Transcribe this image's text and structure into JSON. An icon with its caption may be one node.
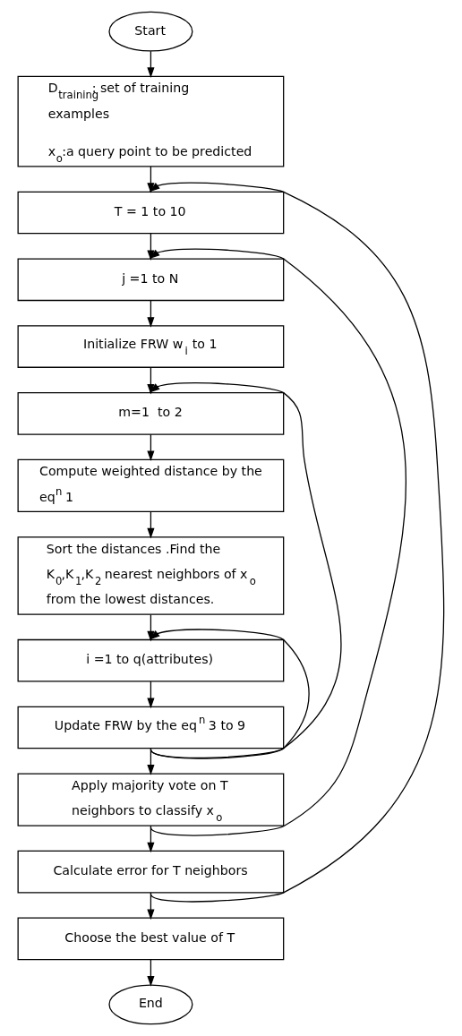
{
  "diagram": {
    "nodes": [
      {
        "text": [
          "Start"
        ]
      },
      {
        "text": [
          "D$_{training}$: set of training examples",
          "x$_{o}$:a query point to be predicted"
        ]
      },
      {
        "text": [
          "T = 1 to 10"
        ]
      },
      {
        "text": [
          "j =1 to N"
        ]
      },
      {
        "text": [
          "Initialize FRW w$_{i}$ to 1"
        ]
      },
      {
        "text": [
          "m=1  to 2"
        ]
      },
      {
        "text": [
          "Compute weighted distance by the eq$^{n}$ 1"
        ]
      },
      {
        "text": [
          "Sort the distances .Find the K$_{0}$,K$_{1}$,K$_{2}$ nearest neighbors of x$_{o}$ from the lowest distances."
        ]
      },
      {
        "text": [
          "i =1 to q(attributes)"
        ]
      },
      {
        "text": [
          "Update FRW by the eq$^{n}$ 3 to 9"
        ]
      },
      {
        "text": [
          "Apply majority vote on T neighbors to classify x$_{o}$"
        ]
      },
      {
        "text": [
          "Calculate error for T neighbors"
        ]
      },
      {
        "text": [
          "Choose the best value of T"
        ]
      },
      {
        "text": [
          "End"
        ]
      }
    ],
    "edges": [
      {
        "from": 0,
        "to": 1,
        "arrow": "to"
      },
      {
        "from": 1,
        "to": 2,
        "arrow": "to"
      },
      {
        "from": 2,
        "to": 3,
        "arrow": "to"
      },
      {
        "from": 3,
        "to": 4,
        "arrow": "to"
      },
      {
        "from": 4,
        "to": 5,
        "arrow": "to"
      },
      {
        "from": 5,
        "to": 6,
        "arrow": "to"
      },
      {
        "from": 6,
        "to": 7,
        "arrow": "to"
      },
      {
        "from": 7,
        "to": 8,
        "arrow": "to"
      },
      {
        "from": 8,
        "to": 9,
        "arrow": "to"
      },
      {
        "from": 9,
        "to": 8,
        "arrow": "to"
      },
      {
        "from": 9,
        "to": 5,
        "arrow": "to"
      },
      {
        "from": 9,
        "to": 10,
        "arrow": "to"
      },
      {
        "from": 10,
        "to": 3,
        "arrow": "to"
      },
      {
        "from": 10,
        "to": 11,
        "arrow": "to"
      },
      {
        "from": 11,
        "to": 2,
        "arrow": "to"
      },
      {
        "from": 11,
        "to": 12,
        "arrow": "to"
      },
      {
        "from": 12,
        "to": 13,
        "arrow": "to"
      }
    ]
  }
}
